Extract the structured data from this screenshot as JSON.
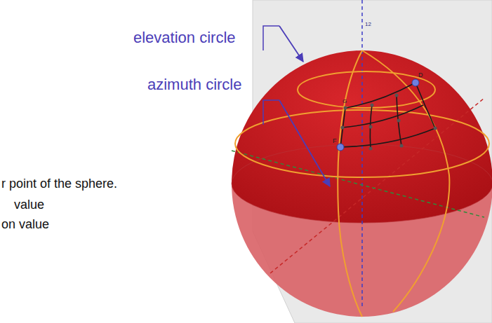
{
  "diagram": {
    "labels": [
      "elevation circle",
      "azimuth circle",
      "r point of the sphere.",
      "value",
      "on value",
      "12",
      "D",
      "F",
      "G"
    ]
  }
}
